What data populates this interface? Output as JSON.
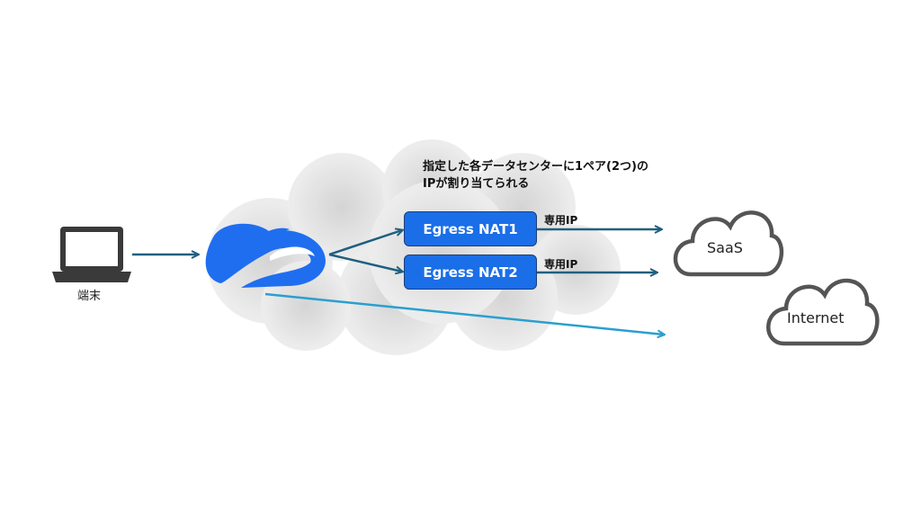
{
  "device_label": "端末",
  "caption": {
    "line1": "指定した各データセンターに1ペア(2つ)の",
    "line2": "IPが割り当てられる"
  },
  "nat_boxes": [
    {
      "label": "Egress NAT1",
      "ip_label": "専用IP"
    },
    {
      "label": "Egress NAT2",
      "ip_label": "専用IP"
    }
  ],
  "destinations": {
    "saas": "SaaS",
    "internet": "Internet"
  },
  "icons": {
    "device": "laptop-icon",
    "proxy": "zscaler-cloud-logo-icon"
  },
  "colors": {
    "nat_fill": "#1a6ee8",
    "arrow_dark": "#1f5f80",
    "arrow_light": "#2a9fd0",
    "logo": "#1f6ef0",
    "cloud_outline": "#555555"
  }
}
